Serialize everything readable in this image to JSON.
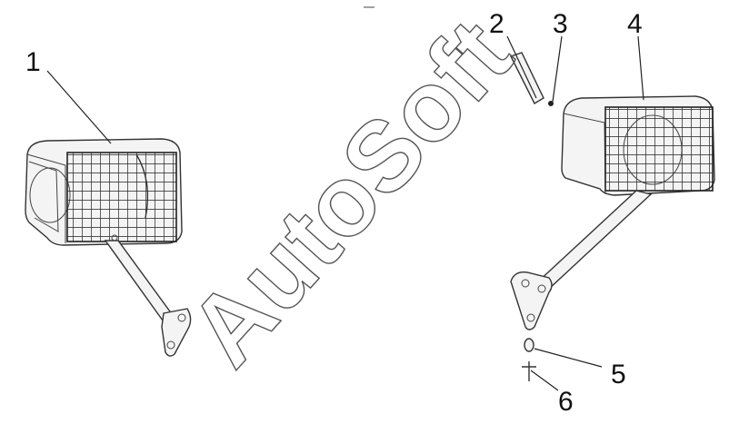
{
  "callouts": {
    "c1": "1",
    "c2": "2",
    "c3": "3",
    "c4": "4",
    "c5": "5",
    "c6": "6"
  },
  "watermark": "AutoSoft",
  "colors": {
    "line": "#333333",
    "background": "#ffffff"
  }
}
